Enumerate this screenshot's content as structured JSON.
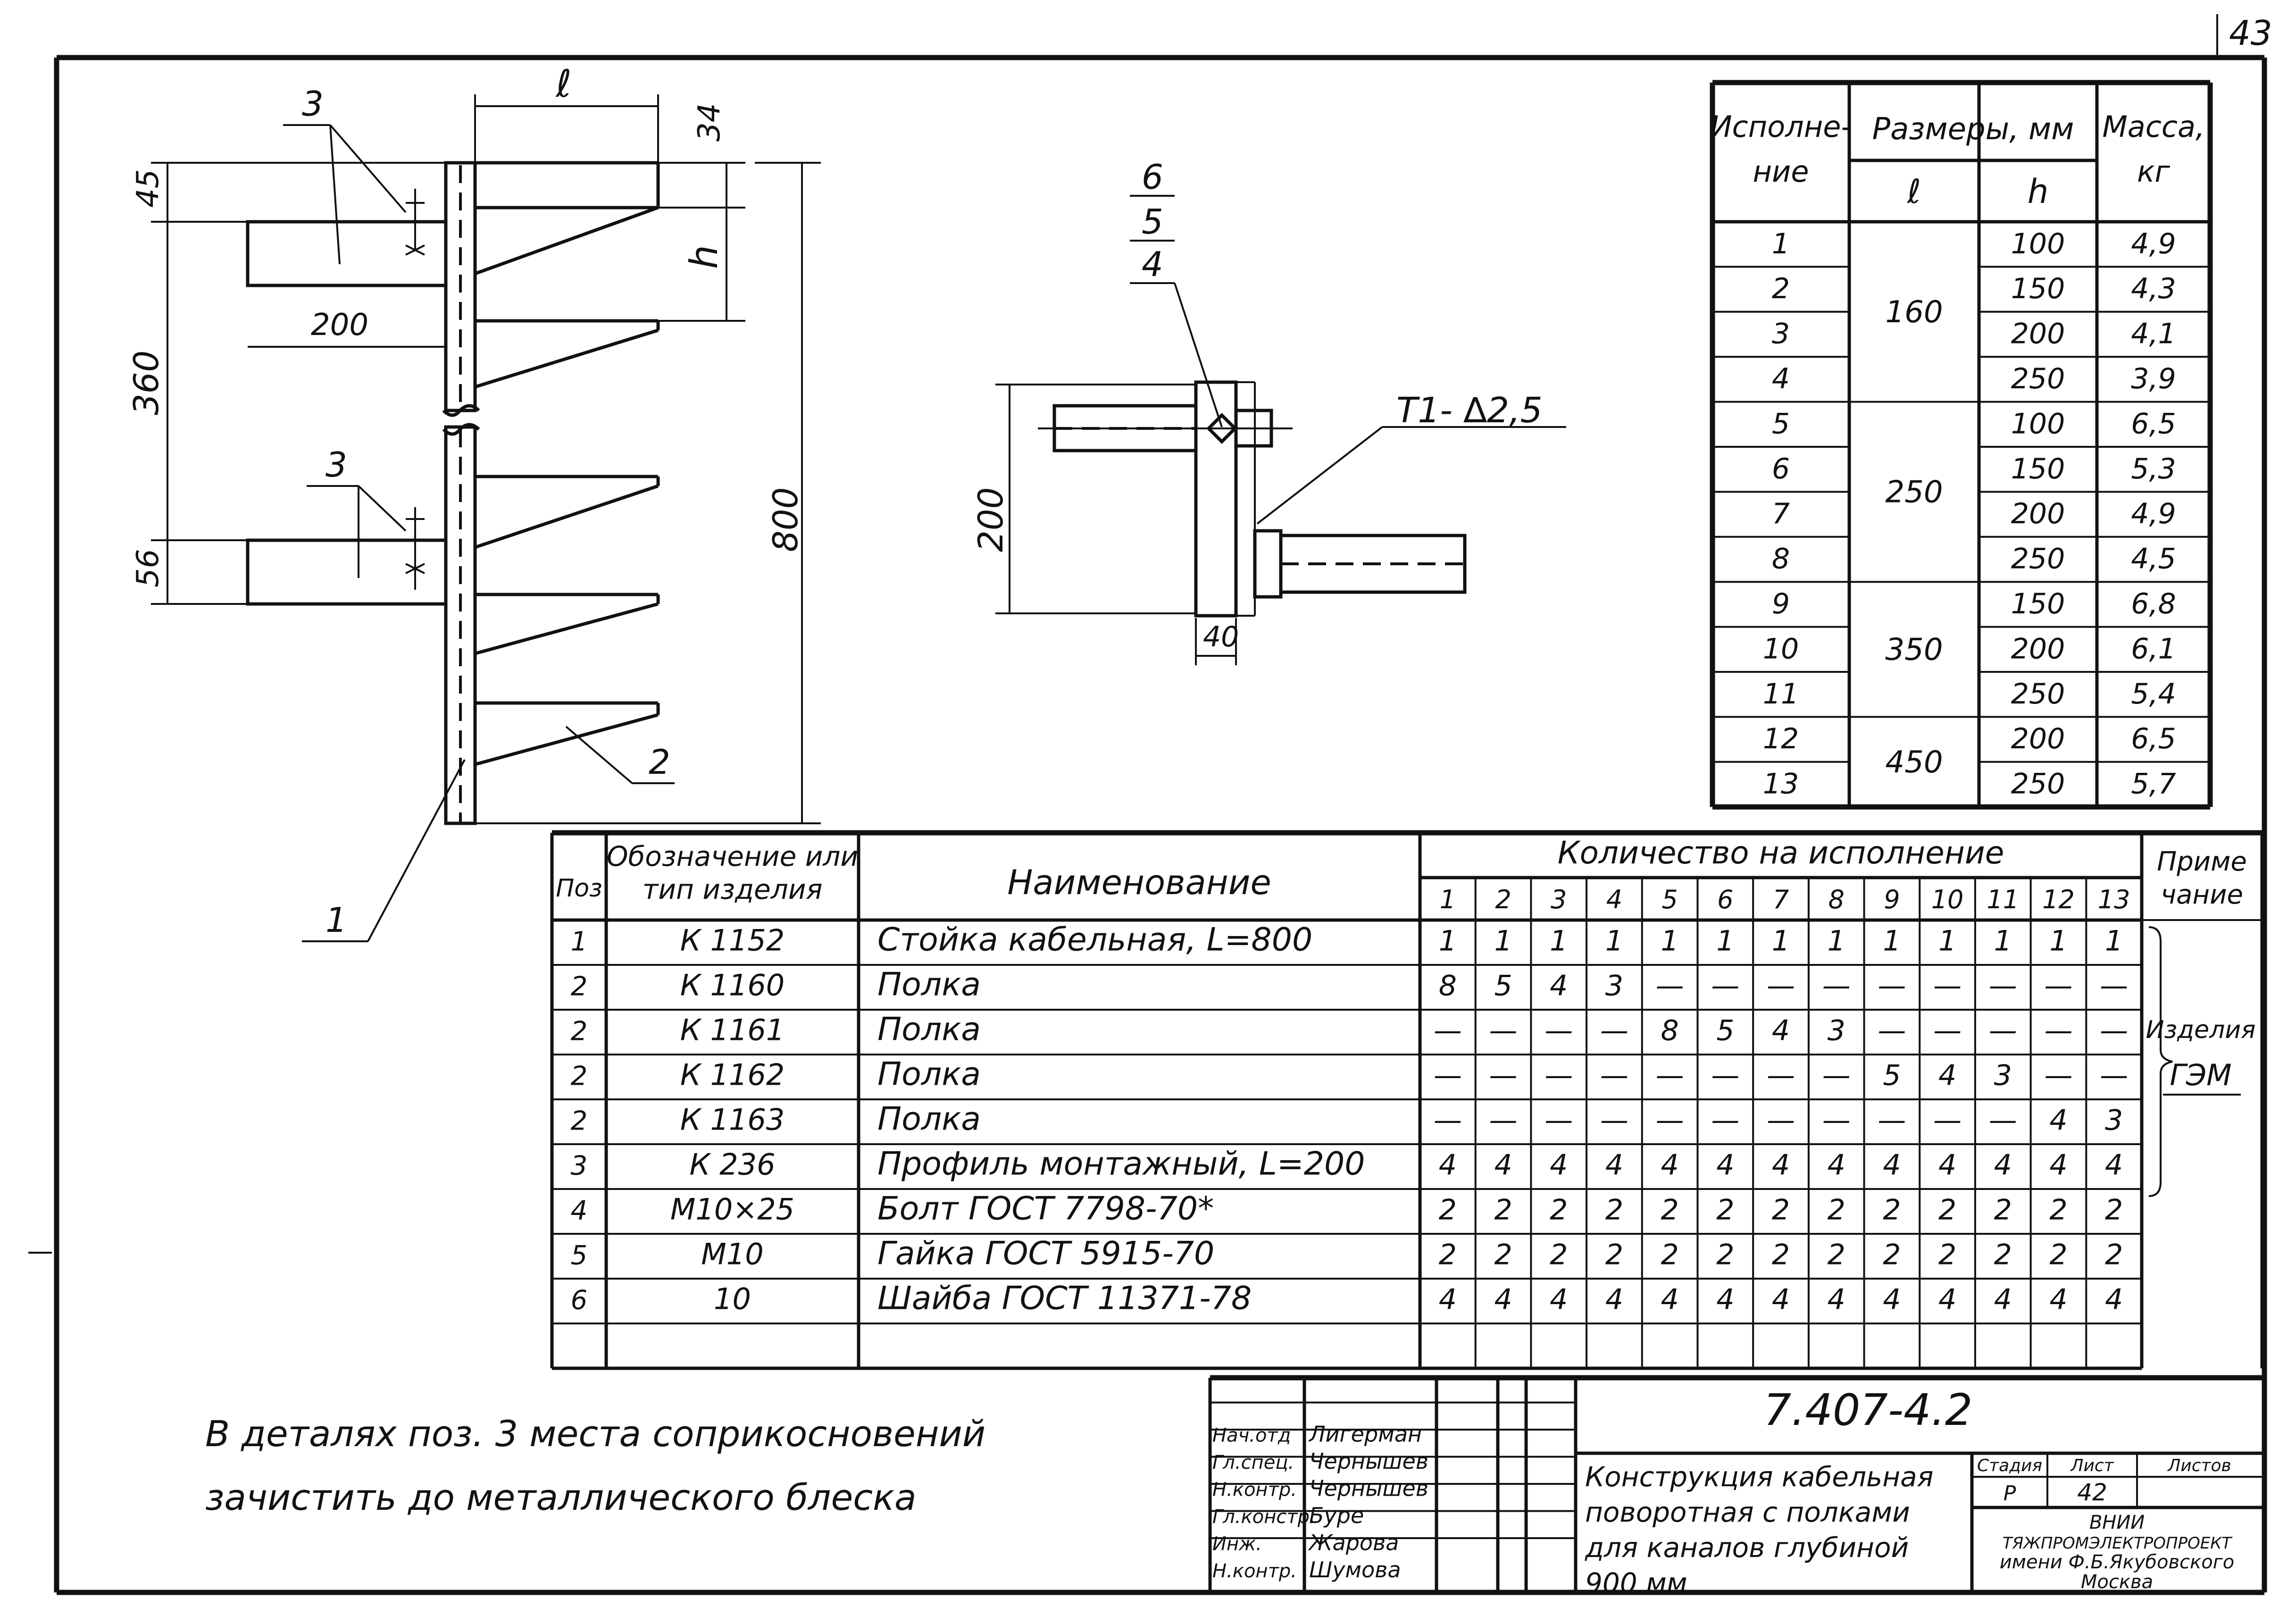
{
  "sheet_number": "43",
  "drawing_code": "7.407-4.2",
  "views": {
    "main": {
      "dim_l": "ℓ",
      "dim_34": "34",
      "dim_45": "45",
      "dim_h": "h",
      "dim_200": "200",
      "dim_360": "360",
      "dim_56": "56",
      "dim_800": "800",
      "pos_3_top": "3",
      "pos_3_bottom": "3",
      "pos_2": "2",
      "pos_1": "1"
    },
    "detail": {
      "stack": [
        "6",
        "5",
        "4"
      ],
      "weld": "T1- ∆2,5",
      "dim_200": "200",
      "dim_40": "40"
    }
  },
  "sizes_table": {
    "headers": {
      "variant": [
        "Исполне-",
        "ние"
      ],
      "sizes": "Размеры, мм",
      "l": "ℓ",
      "h": "h",
      "mass": [
        "Масса,",
        "кг"
      ]
    },
    "rows": [
      {
        "n": "1",
        "l": "160",
        "h": "100",
        "m": "4,9"
      },
      {
        "n": "2",
        "l": "",
        "h": "150",
        "m": "4,3"
      },
      {
        "n": "3",
        "l": "",
        "h": "200",
        "m": "4,1"
      },
      {
        "n": "4",
        "l": "",
        "h": "250",
        "m": "3,9"
      },
      {
        "n": "5",
        "l": "250",
        "h": "100",
        "m": "6,5"
      },
      {
        "n": "6",
        "l": "",
        "h": "150",
        "m": "5,3"
      },
      {
        "n": "7",
        "l": "",
        "h": "200",
        "m": "4,9"
      },
      {
        "n": "8",
        "l": "",
        "h": "250",
        "m": "4,5"
      },
      {
        "n": "9",
        "l": "350",
        "h": "150",
        "m": "6,8"
      },
      {
        "n": "10",
        "l": "",
        "h": "200",
        "m": "6,1"
      },
      {
        "n": "11",
        "l": "",
        "h": "250",
        "m": "5,4"
      },
      {
        "n": "12",
        "l": "450",
        "h": "200",
        "m": "6,5"
      },
      {
        "n": "13",
        "l": "",
        "h": "250",
        "m": "5,7"
      }
    ]
  },
  "spec_table": {
    "headers": {
      "pos": "Поз",
      "designation": [
        "Обозначение или",
        "тип изделия"
      ],
      "name": "Наименование",
      "qty": "Количество на исполнение",
      "qty_cols": [
        "1",
        "2",
        "3",
        "4",
        "5",
        "6",
        "7",
        "8",
        "9",
        "10",
        "11",
        "12",
        "13"
      ],
      "note": [
        "Приме",
        "чание"
      ]
    },
    "rows": [
      {
        "pos": "1",
        "des": "К 1152",
        "name": "Стойка кабельная, L=800",
        "q": [
          "1",
          "1",
          "1",
          "1",
          "1",
          "1",
          "1",
          "1",
          "1",
          "1",
          "1",
          "1",
          "1"
        ]
      },
      {
        "pos": "2",
        "des": "К 1160",
        "name": "Полка",
        "q": [
          "8",
          "5",
          "4",
          "3",
          "—",
          "—",
          "—",
          "—",
          "—",
          "—",
          "—",
          "—",
          "—"
        ]
      },
      {
        "pos": "2",
        "des": "К 1161",
        "name": "Полка",
        "q": [
          "—",
          "—",
          "—",
          "—",
          "8",
          "5",
          "4",
          "3",
          "—",
          "—",
          "—",
          "—",
          "—"
        ]
      },
      {
        "pos": "2",
        "des": "К 1162",
        "name": "Полка",
        "q": [
          "—",
          "—",
          "—",
          "—",
          "—",
          "—",
          "—",
          "—",
          "5",
          "4",
          "3",
          "—",
          "—"
        ]
      },
      {
        "pos": "2",
        "des": "К 1163",
        "name": "Полка",
        "q": [
          "—",
          "—",
          "—",
          "—",
          "—",
          "—",
          "—",
          "—",
          "—",
          "—",
          "—",
          "4",
          "3"
        ]
      },
      {
        "pos": "3",
        "des": "К 236",
        "name": "Профиль монтажный, L=200",
        "q": [
          "4",
          "4",
          "4",
          "4",
          "4",
          "4",
          "4",
          "4",
          "4",
          "4",
          "4",
          "4",
          "4"
        ]
      },
      {
        "pos": "4",
        "des": "М10×25",
        "name": "Болт ГОСТ 7798-70*",
        "q": [
          "2",
          "2",
          "2",
          "2",
          "2",
          "2",
          "2",
          "2",
          "2",
          "2",
          "2",
          "2",
          "2"
        ]
      },
      {
        "pos": "5",
        "des": "М10",
        "name": "Гайка ГОСТ 5915-70",
        "q": [
          "2",
          "2",
          "2",
          "2",
          "2",
          "2",
          "2",
          "2",
          "2",
          "2",
          "2",
          "2",
          "2"
        ]
      },
      {
        "pos": "6",
        "des": "10",
        "name": "Шайба ГОСТ 11371-78",
        "q": [
          "4",
          "4",
          "4",
          "4",
          "4",
          "4",
          "4",
          "4",
          "4",
          "4",
          "4",
          "4",
          "4"
        ]
      }
    ],
    "note_text": [
      "Изделия",
      "ГЭМ"
    ]
  },
  "footnote": [
    "В деталях поз. 3 места соприкосновений",
    "зачистить до металлического блеска"
  ],
  "title_block": {
    "roles": [
      "Нач.отд",
      "Гл.спец.",
      "Н.контр.",
      "Гл.констр.",
      "Инж.",
      "Н.контр."
    ],
    "names": [
      "Лигерман",
      "Чернышев",
      "Чернышев",
      "Буре",
      "Жарова",
      "Шумова"
    ],
    "title": [
      "Конструкция кабельная",
      "поворотная с полками",
      "для каналов глубиной",
      "900 мм"
    ],
    "stage_label": "Стадия",
    "sheet_label": "Лист",
    "sheets_label": "Листов",
    "stage": "Р",
    "sheet": "42",
    "org": [
      "ВНИИ",
      "ТЯЖПРОМЭЛЕКТРОПРОЕКТ",
      "имени Ф.Б.Якубовского",
      "Москва"
    ]
  }
}
